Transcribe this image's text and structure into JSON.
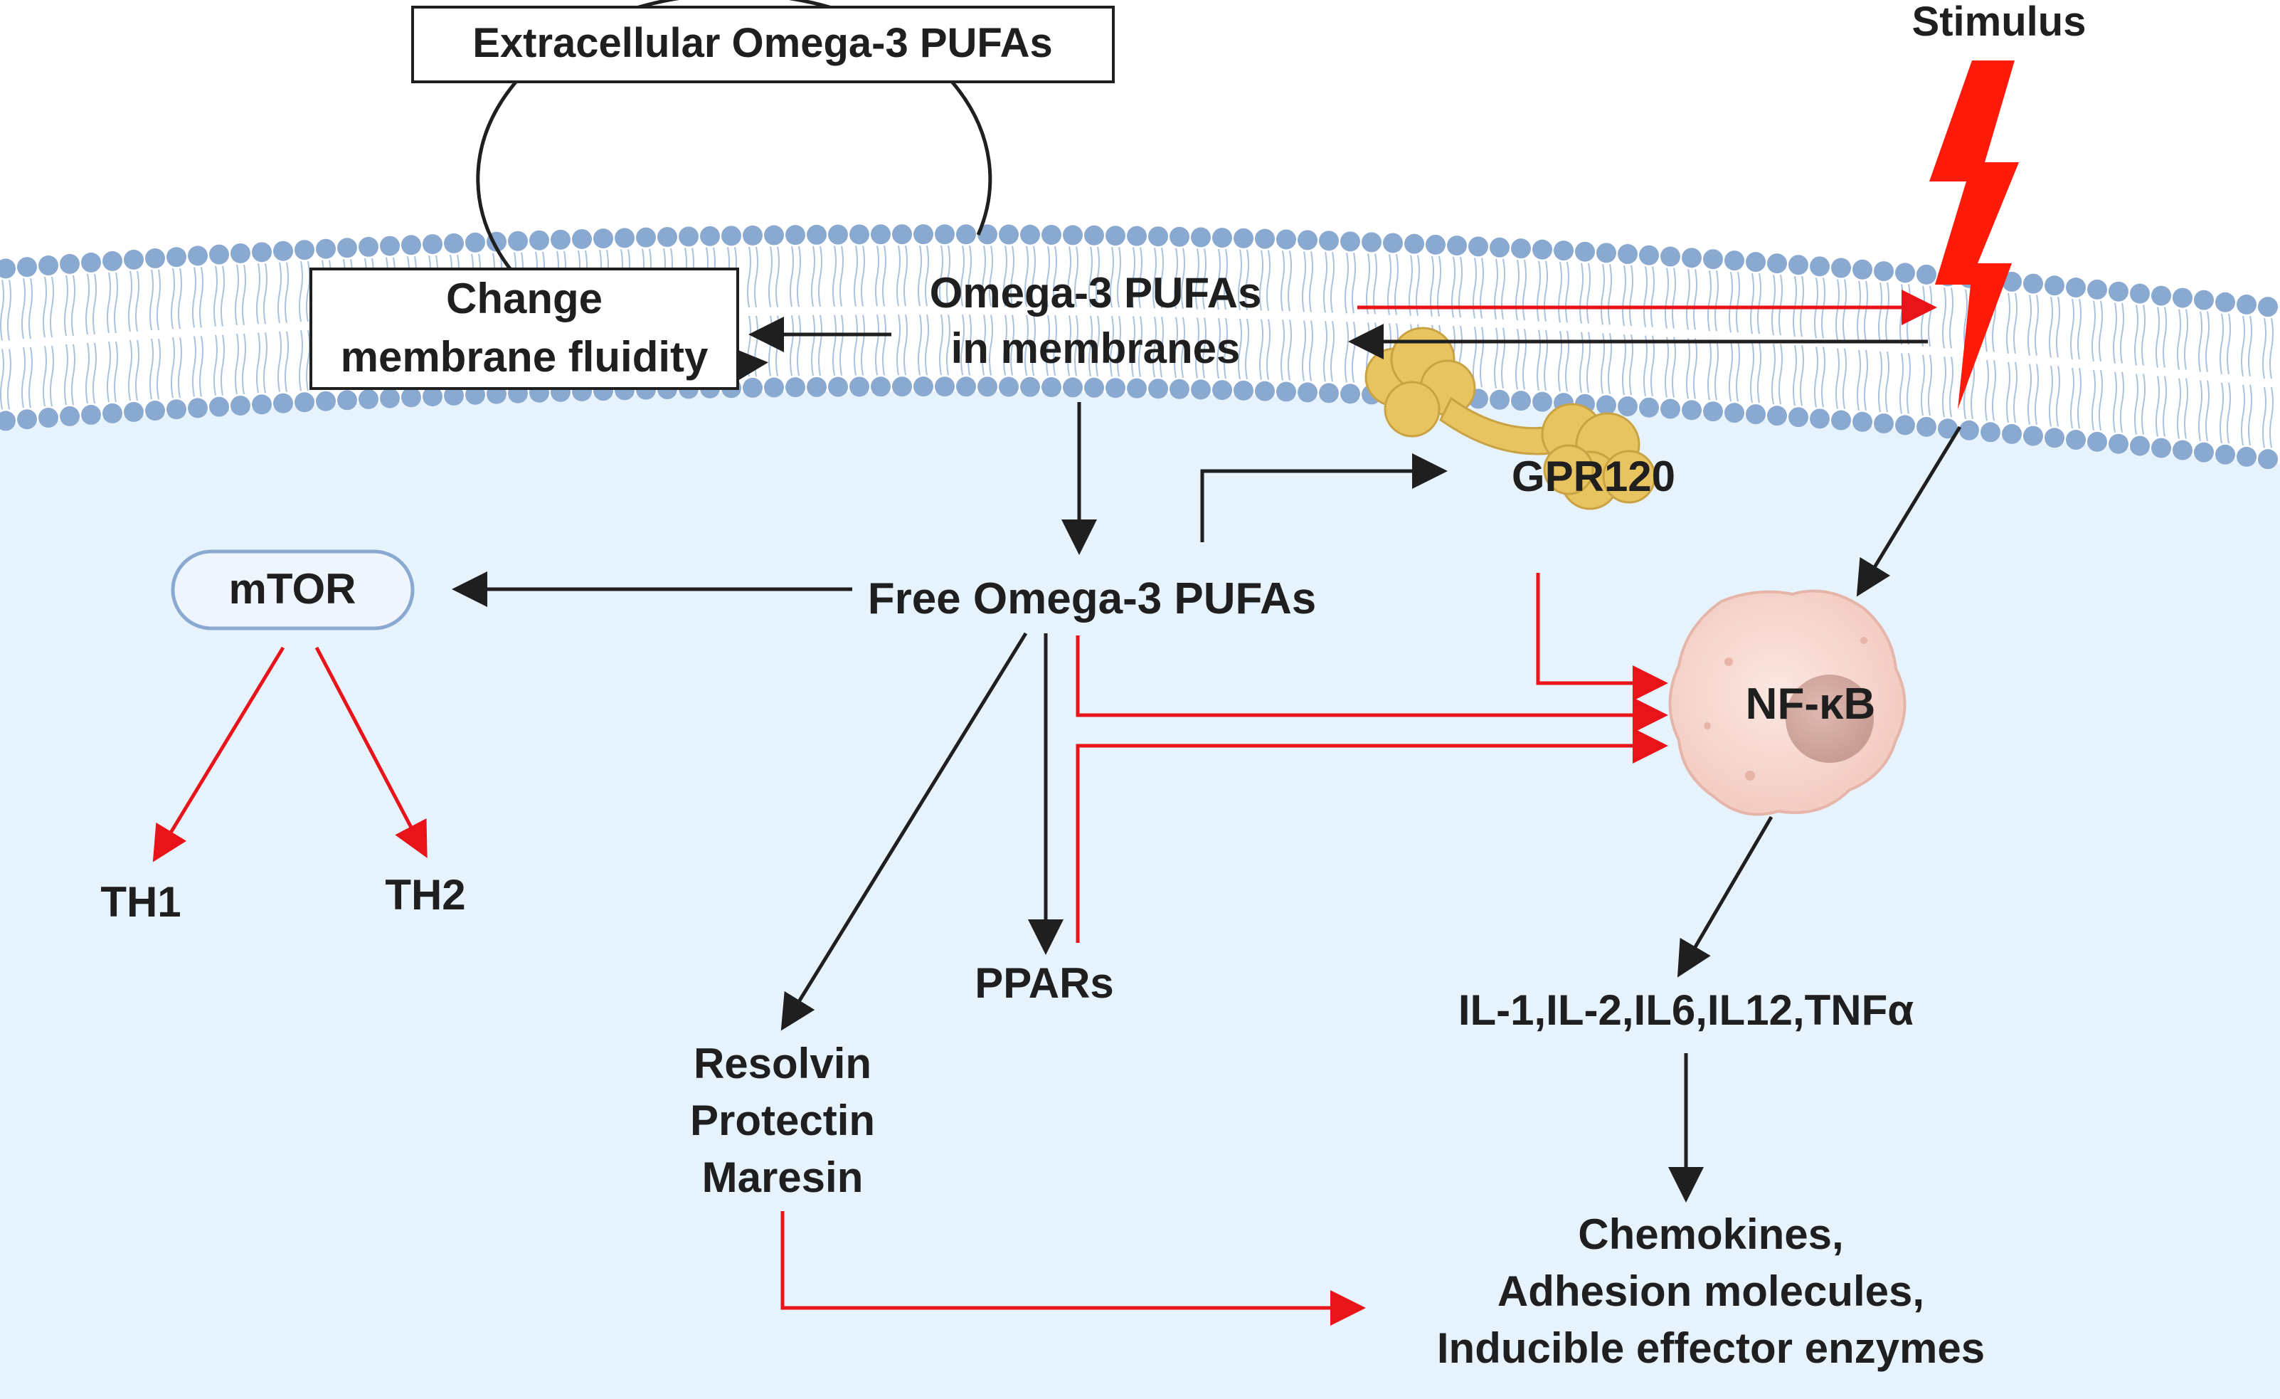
{
  "labels": {
    "extracellular": "Extracellular Omega-3 PUFAs",
    "stimulus": "Stimulus",
    "change_fluidity_1": "Change",
    "change_fluidity_2": "membrane fluidity",
    "membrane_pufas_1": "Omega-3 PUFAs",
    "membrane_pufas_2": "in membranes",
    "gpr120": "GPR120",
    "mtor": "mTOR",
    "free_pufas": "Free Omega-3 PUFAs",
    "nfkb": "NF-κB",
    "th1": "TH1",
    "th2": "TH2",
    "ppars": "PPARs",
    "cytokines": "IL-1,IL-2,IL6,IL12,TNFα",
    "resolvin": "Resolvin",
    "protectin": "Protectin",
    "maresin": "Maresin",
    "chemokines": "Chemokines,",
    "adhesion": "Adhesion molecules,",
    "enzymes": "Inducible effector enzymes"
  },
  "colors": {
    "cytoplasm": "#e6f2fc",
    "lipid_head": "#8aa9d0",
    "lipid_tail": "#a9c2df",
    "receptor": "#e8c461",
    "activation_arrow": "#e8141a",
    "flow_arrow": "#1f1f1f",
    "stimulus_bolt": "#ff1a0a",
    "cell_body": "#f8ddd6",
    "nucleus": "#d9b0a8"
  }
}
